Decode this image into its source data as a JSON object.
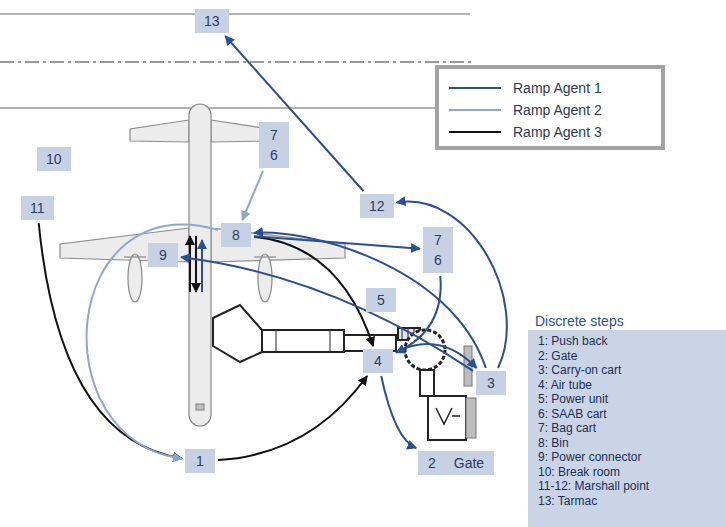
{
  "diagram": {
    "nodes": [
      {
        "text": [
          "13"
        ]
      },
      {
        "text": [
          "7",
          "6"
        ]
      },
      {
        "text": [
          "10"
        ]
      },
      {
        "text": [
          "11"
        ]
      },
      {
        "text": [
          "12"
        ]
      },
      {
        "text": [
          "8"
        ]
      },
      {
        "text": [
          "7",
          "6"
        ]
      },
      {
        "text": [
          "9"
        ]
      },
      {
        "text": [
          "5"
        ]
      },
      {
        "text": [
          "4"
        ]
      },
      {
        "text": [
          "3"
        ]
      },
      {
        "text": [
          "1"
        ]
      },
      {
        "text": [
          "2",
          "Gate"
        ]
      },
      {
        "text": [
          "Discrete steps",
          "1: Push back",
          "2: Gate",
          "3: Carry-on cart",
          "4: Air tube",
          "5: Power unit",
          "6: SAAB cart",
          "7: Bag cart",
          "8: Bin",
          "9: Power connector",
          "10: Break room",
          "11-12: Marshall point",
          "13: Tarmac"
        ]
      }
    ],
    "edges": [
      {
        "from": 3,
        "to": 11,
        "arrow": "to"
      },
      {
        "from": 11,
        "to": 9,
        "arrow": "to"
      },
      {
        "from": 5,
        "to": 9,
        "arrow": "to"
      },
      {
        "from": 1,
        "to": 5,
        "arrow": "to"
      },
      {
        "from": 5,
        "to": 11,
        "arrow": "to"
      },
      {
        "from": 4,
        "to": 0,
        "arrow": "to"
      },
      {
        "from": 10,
        "to": 4,
        "arrow": "to"
      },
      {
        "from": 5,
        "to": 6,
        "arrow": "to"
      },
      {
        "from": 6,
        "to": 9,
        "arrow": "to"
      },
      {
        "from": 10,
        "to": 5,
        "arrow": "to"
      },
      {
        "from": 10,
        "to": 7,
        "arrow": "to"
      },
      {
        "from": 9,
        "to": 10,
        "arrow": "to"
      },
      {
        "from": 9,
        "to": 12,
        "arrow": "to"
      }
    ],
    "legend": [
      {
        "text": "Ramp Agent 1"
      },
      {
        "text": "Ramp Agent 2"
      },
      {
        "text": "Ramp Agent 3"
      }
    ]
  }
}
